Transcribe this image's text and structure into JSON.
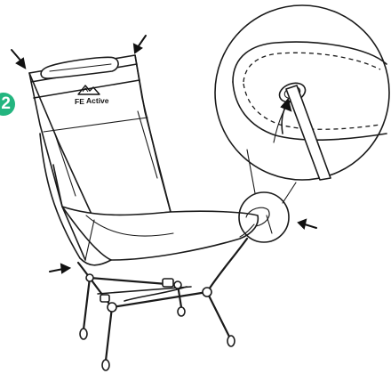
{
  "step_badge": {
    "label": "2",
    "color": "#23b57f"
  },
  "logo": {
    "text_fe": "FE",
    "text_active": "Active",
    "icon": "mountain-logo-icon"
  },
  "colors": {
    "line": "#1a1a1a",
    "background": "#ffffff",
    "accent": "#23b57f"
  }
}
